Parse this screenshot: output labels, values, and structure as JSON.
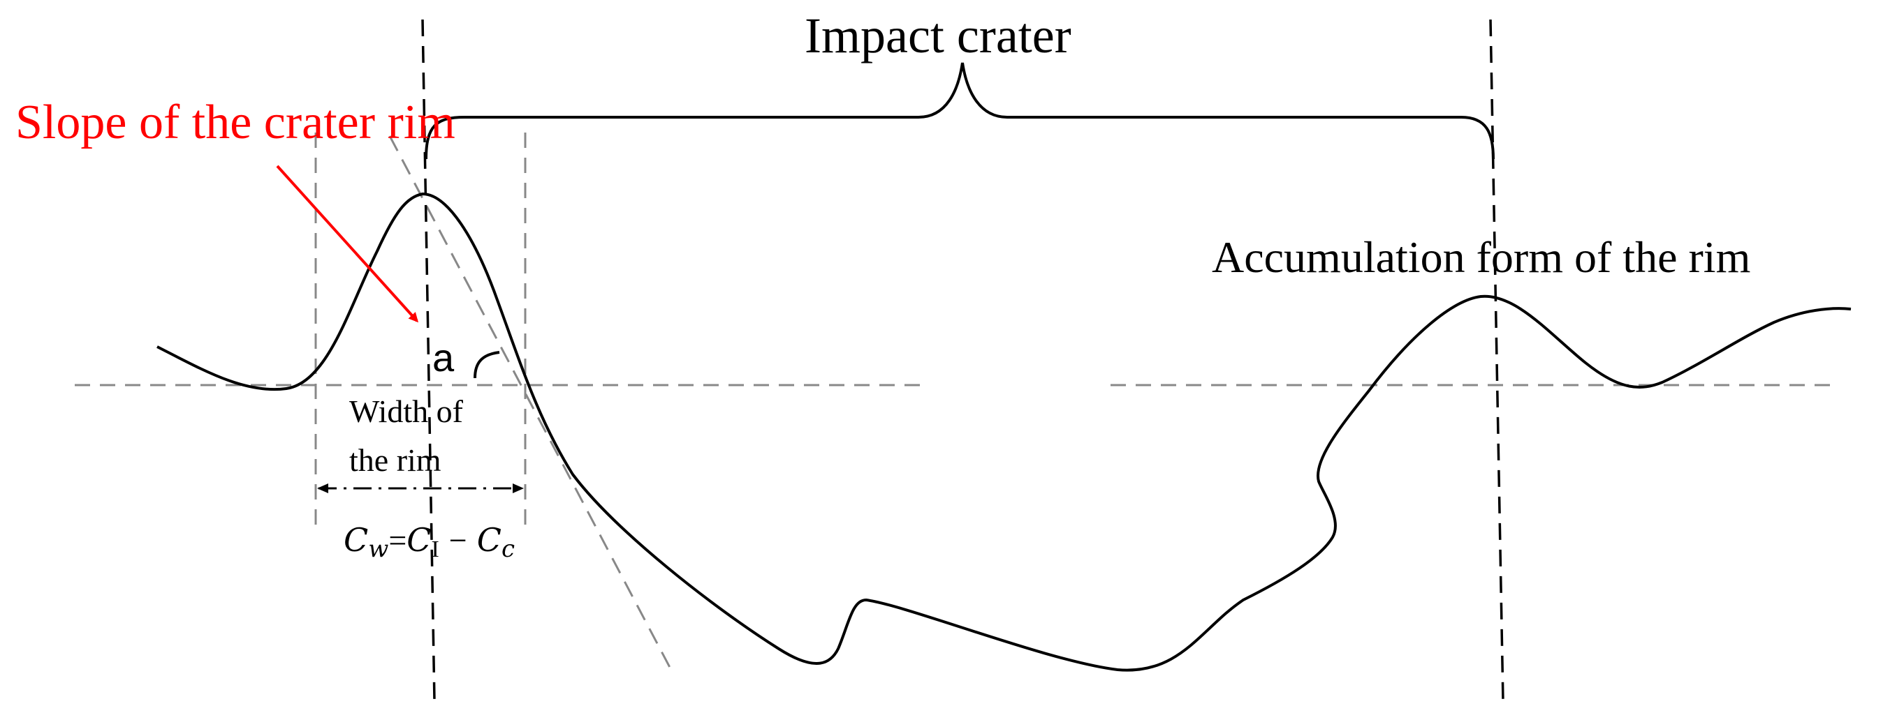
{
  "labels": {
    "impact_crater": "Impact crater",
    "slope_of_rim": "Slope of the crater rim",
    "accumulation_form": "Accumulation form of the rim",
    "angle_symbol": "a",
    "width_line1": "Width of",
    "width_line2": "the rim"
  },
  "formula": {
    "c": "C",
    "w_sub": "w",
    "equals": "=",
    "I_sub": "I",
    "minus": "−",
    "c_sub": "c"
  },
  "colors": {
    "profile": "#000000",
    "guide_dashed": "#888888",
    "marker_dashed": "#000000",
    "slope_label": "#ff0000",
    "arrow": "#ff0000"
  }
}
